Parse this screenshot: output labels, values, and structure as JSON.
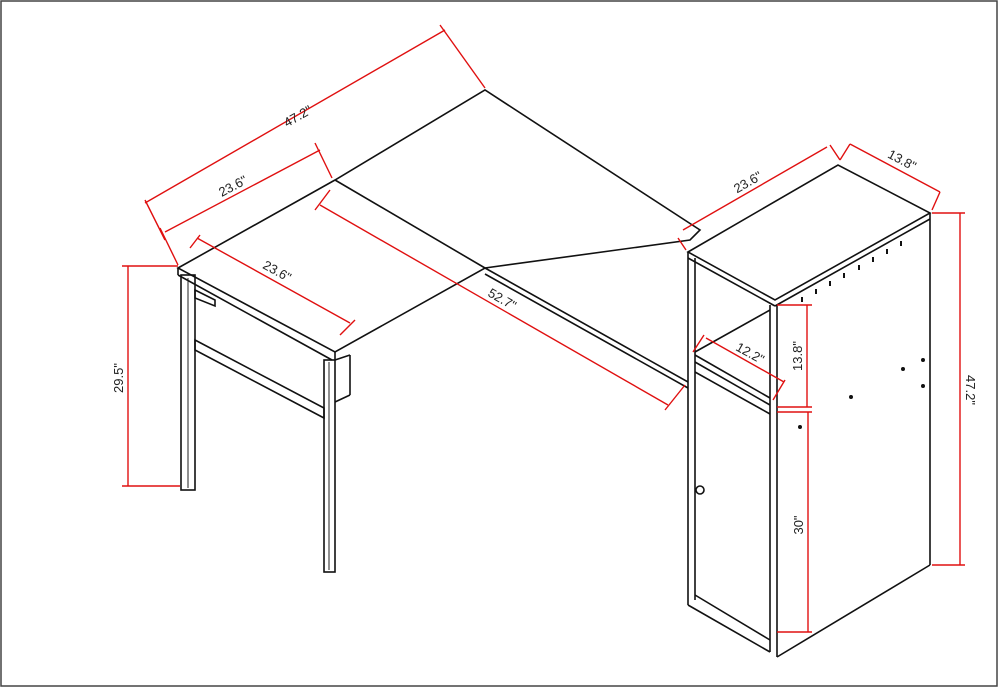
{
  "dimensions": {
    "desk_total_width": "47.2\"",
    "return_depth_top": "23.6\"",
    "return_width": "23.6\"",
    "desk_height": "29.5\"",
    "desk_inner_length": "52.7\"",
    "cabinet_width": "23.6\"",
    "cabinet_depth": "13.8\"",
    "shelf_depth": "12.2\"",
    "shelf_height": "13.8\"",
    "cabinet_height": "47.2\"",
    "door_height": "30\""
  },
  "colors": {
    "dimension_lines": "#e01010",
    "outline": "#111111",
    "border": "#444444"
  }
}
